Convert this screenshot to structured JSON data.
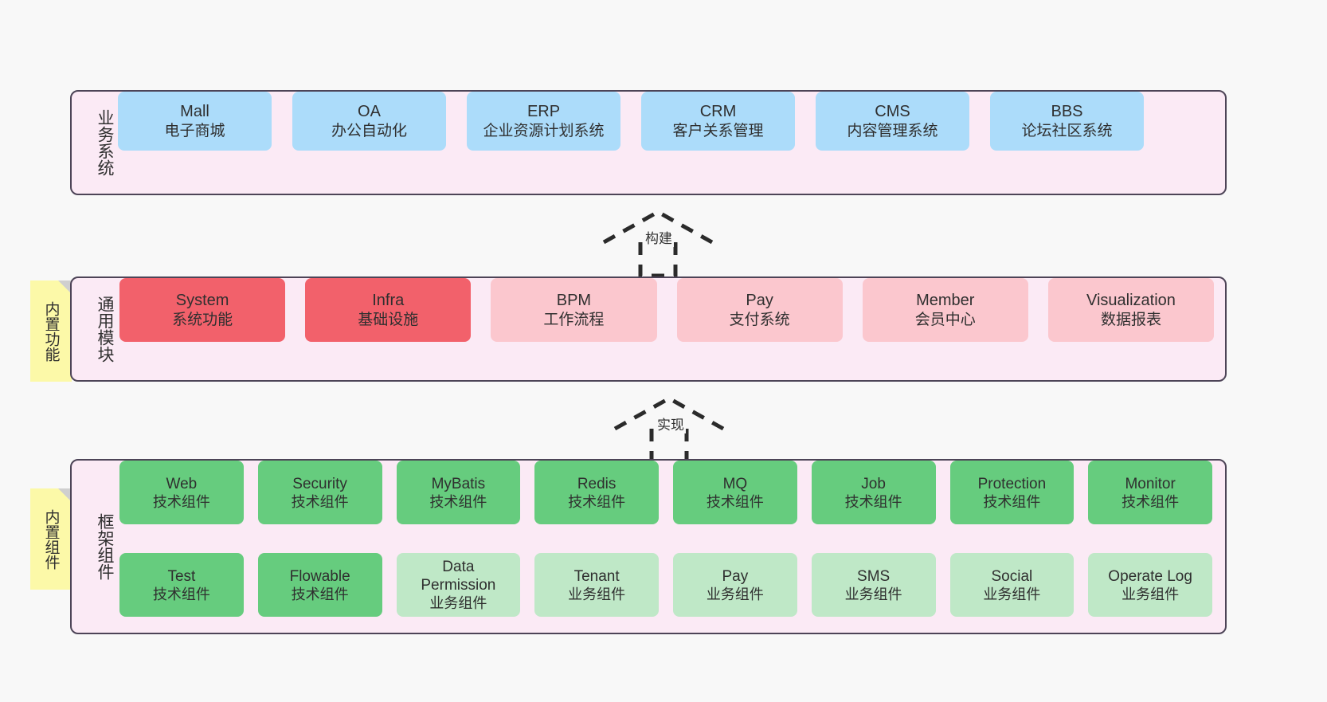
{
  "diagram": {
    "title": "",
    "background": "#f8f8f8",
    "palette": {
      "layer_fill": "#fbeaf5",
      "layer_border": "#4d4457",
      "blue": "#ACDCFA",
      "red": "#F2616B",
      "pink": "#FBC7CE",
      "green": "#66CC7E",
      "light_green": "#BFE8C7",
      "note_fill": "#FCF9A8",
      "note_fold": "#cfcfcf",
      "text": "#2f2f2f"
    }
  },
  "layers": [
    {
      "id": "business",
      "title": "业务系统",
      "rows": [
        {
          "items": [
            {
              "en": "Mall",
              "cn": "电子商城",
              "color": "c-blue"
            },
            {
              "en": "OA",
              "cn": "办公自动化",
              "color": "c-blue"
            },
            {
              "en": "ERP",
              "cn": "企业资源计划系统",
              "color": "c-blue"
            },
            {
              "en": "CRM",
              "cn": "客户关系管理",
              "color": "c-blue"
            },
            {
              "en": "CMS",
              "cn": "内容管理系统",
              "color": "c-blue"
            },
            {
              "en": "BBS",
              "cn": "论坛社区系统",
              "color": "c-blue"
            }
          ]
        }
      ]
    },
    {
      "id": "common",
      "title": "通用模块",
      "note": "内置功能",
      "rows": [
        {
          "items": [
            {
              "en": "System",
              "cn": "系统功能",
              "color": "c-red"
            },
            {
              "en": "Infra",
              "cn": "基础设施",
              "color": "c-red"
            },
            {
              "en": "BPM",
              "cn": "工作流程",
              "color": "c-pink"
            },
            {
              "en": "Pay",
              "cn": "支付系统",
              "color": "c-pink"
            },
            {
              "en": "Member",
              "cn": "会员中心",
              "color": "c-pink"
            },
            {
              "en": "Visualization",
              "cn": "数据报表",
              "color": "c-pink"
            }
          ]
        }
      ]
    },
    {
      "id": "frame",
      "title": "框架组件",
      "note": "内置组件",
      "rows": [
        {
          "items": [
            {
              "en": "Web",
              "cn": "技术组件",
              "color": "c-green"
            },
            {
              "en": "Security",
              "cn": "技术组件",
              "color": "c-green"
            },
            {
              "en": "MyBatis",
              "cn": "技术组件",
              "color": "c-green"
            },
            {
              "en": "Redis",
              "cn": "技术组件",
              "color": "c-green"
            },
            {
              "en": "MQ",
              "cn": "技术组件",
              "color": "c-green"
            },
            {
              "en": "Job",
              "cn": "技术组件",
              "color": "c-green"
            },
            {
              "en": "Protection",
              "cn": "技术组件",
              "color": "c-green"
            },
            {
              "en": "Monitor",
              "cn": "技术组件",
              "color": "c-green"
            }
          ]
        },
        {
          "items": [
            {
              "en": "Test",
              "cn": "技术组件",
              "color": "c-green"
            },
            {
              "en": "Flowable",
              "cn": "技术组件",
              "color": "c-green"
            },
            {
              "en": "Data Permission",
              "cn": "业务组件",
              "color": "c-lightgreen"
            },
            {
              "en": "Tenant",
              "cn": "业务组件",
              "color": "c-lightgreen"
            },
            {
              "en": "Pay",
              "cn": "业务组件",
              "color": "c-lightgreen"
            },
            {
              "en": "SMS",
              "cn": "业务组件",
              "color": "c-lightgreen"
            },
            {
              "en": "Social",
              "cn": "业务组件",
              "color": "c-lightgreen"
            },
            {
              "en": "Operate Log",
              "cn": "业务组件",
              "color": "c-lightgreen"
            }
          ]
        }
      ]
    }
  ],
  "connectors": [
    {
      "id": "build",
      "label": "构建",
      "from": "common",
      "to": "business",
      "style": "dashed-generalization"
    },
    {
      "id": "realize",
      "label": "实现",
      "from": "frame",
      "to": "common",
      "style": "dashed-generalization"
    }
  ]
}
